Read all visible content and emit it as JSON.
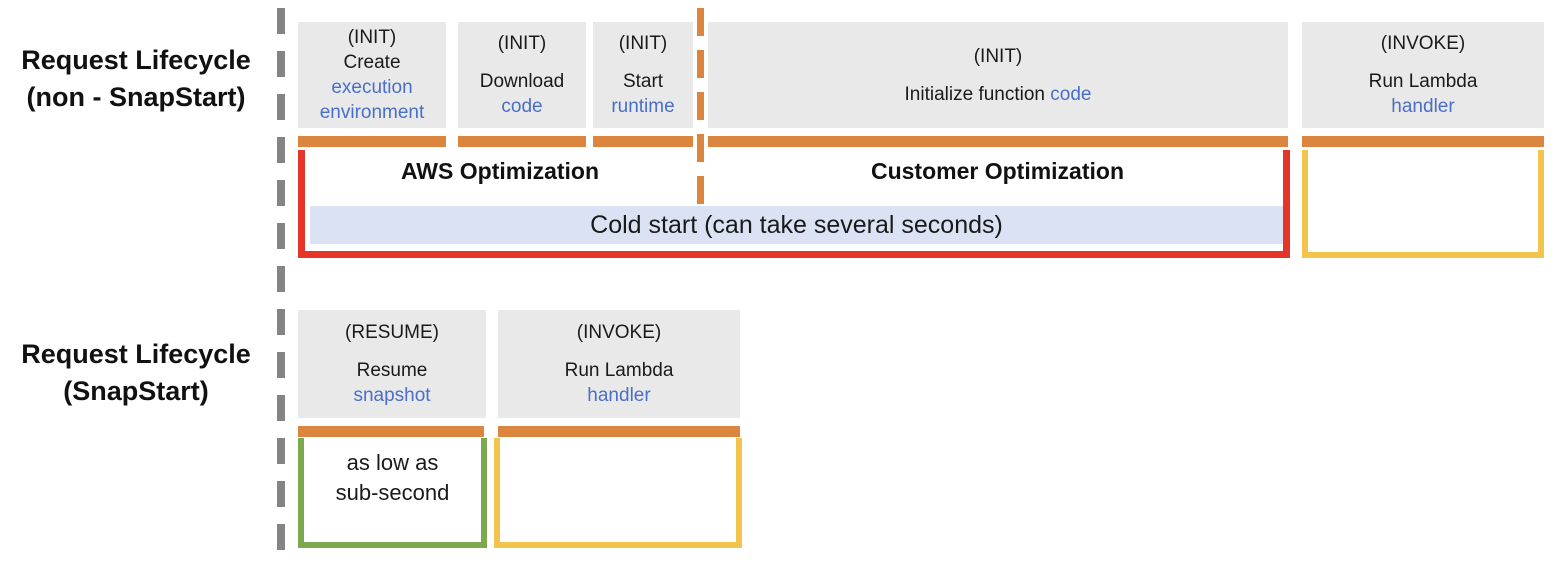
{
  "colors": {
    "orange": "#DC853F",
    "red": "#E5342A",
    "yellow": "#F2C44D",
    "green": "#7CA84E",
    "box_gray": "#E9E9E9",
    "dash_gray": "#848484",
    "lavender": "#DBE2F3",
    "blue_text": "#4A6FC8"
  },
  "row1": {
    "label_line1": "Request Lifecycle",
    "label_line2": "(non - SnapStart)",
    "boxes": [
      {
        "tag": "(INIT)",
        "l1": "Create",
        "l2": "execution",
        "l3": "environment"
      },
      {
        "tag": "(INIT)",
        "l1": "Download",
        "l2": "code"
      },
      {
        "tag": "(INIT)",
        "l1": "Start",
        "l2": "runtime"
      },
      {
        "tag": "(INIT)",
        "l1": "Initialize function ",
        "l1b": "code"
      },
      {
        "tag": "(INVOKE)",
        "l1": "Run Lambda",
        "l2": "handler"
      }
    ],
    "aws_optimization_label": "AWS Optimization",
    "customer_optimization_label": "Customer Optimization",
    "cold_start_label": "Cold start (can take several seconds)"
  },
  "row2": {
    "label_line1": "Request Lifecycle",
    "label_line2": "(SnapStart)",
    "boxes": [
      {
        "tag": "(RESUME)",
        "l1": "Resume",
        "l2": "snapshot"
      },
      {
        "tag": "(INVOKE)",
        "l1": "Run Lambda",
        "l2": "handler"
      }
    ],
    "latency_line1": "as low as",
    "latency_line2": "sub-second"
  }
}
